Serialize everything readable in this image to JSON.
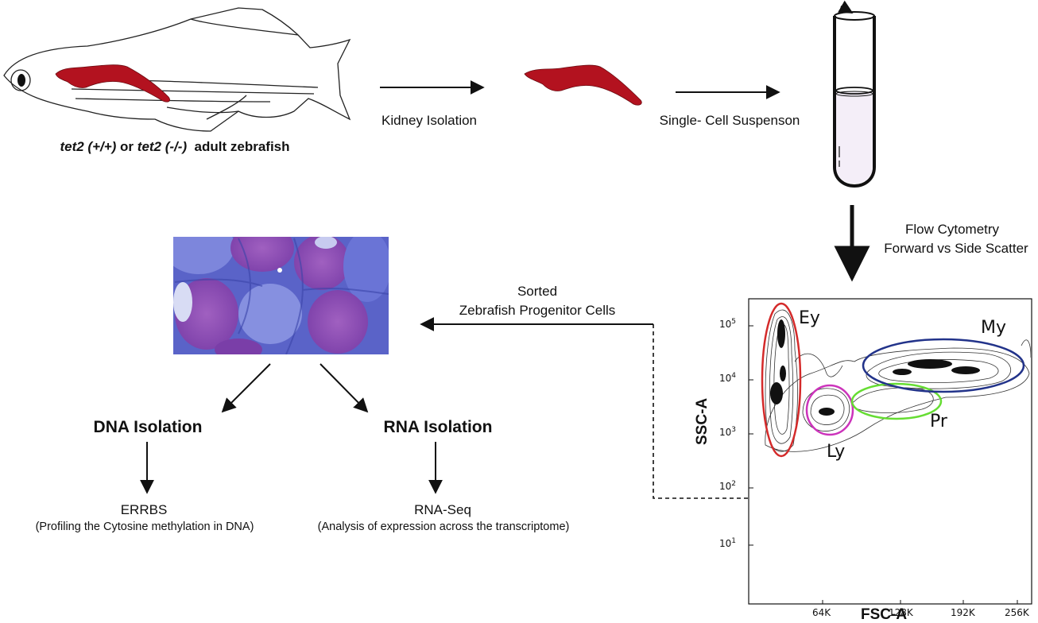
{
  "labels": {
    "fish_caption_gene1": "tet2 (+/+)",
    "fish_caption_or": " or ",
    "fish_caption_gene2": "tet2 (-/-)",
    "fish_caption_rest": "  adult zebrafish",
    "kidney_isolation": "Kidney Isolation",
    "single_cell": "Single- Cell Suspenson",
    "flow_line1": "Flow Cytometry",
    "flow_line2": "Forward vs Side Scatter",
    "sorted_line1": "Sorted",
    "sorted_line2": "Zebrafish Progenitor Cells",
    "dna_isolation": "DNA Isolation",
    "rna_isolation": "RNA Isolation",
    "errbs": "ERRBS",
    "errbs_desc": "(Profiling the Cytosine methylation in DNA)",
    "rnaseq": "RNA-Seq",
    "rnaseq_desc": "(Analysis of expression across the transcriptome)"
  },
  "plot": {
    "xlabel": "FSC-A",
    "ylabel": "SSC-A",
    "xticks": [
      "64K",
      "128K",
      "192K",
      "256K"
    ],
    "yticks": [
      {
        "base": "10",
        "exp": "5"
      },
      {
        "base": "10",
        "exp": "4"
      },
      {
        "base": "10",
        "exp": "3"
      },
      {
        "base": "10",
        "exp": "2"
      },
      {
        "base": "10",
        "exp": "1"
      }
    ],
    "gates": [
      {
        "name": "Ey",
        "color": "#d42a2a"
      },
      {
        "name": "Ly",
        "color": "#cc33bb"
      },
      {
        "name": "Pr",
        "color": "#66dd33"
      },
      {
        "name": "My",
        "color": "#22338a"
      }
    ]
  },
  "colors": {
    "kidney": "#b3121f",
    "cell_bg": "#5a63c8",
    "cell_nucleus": "#8a4fb0"
  }
}
